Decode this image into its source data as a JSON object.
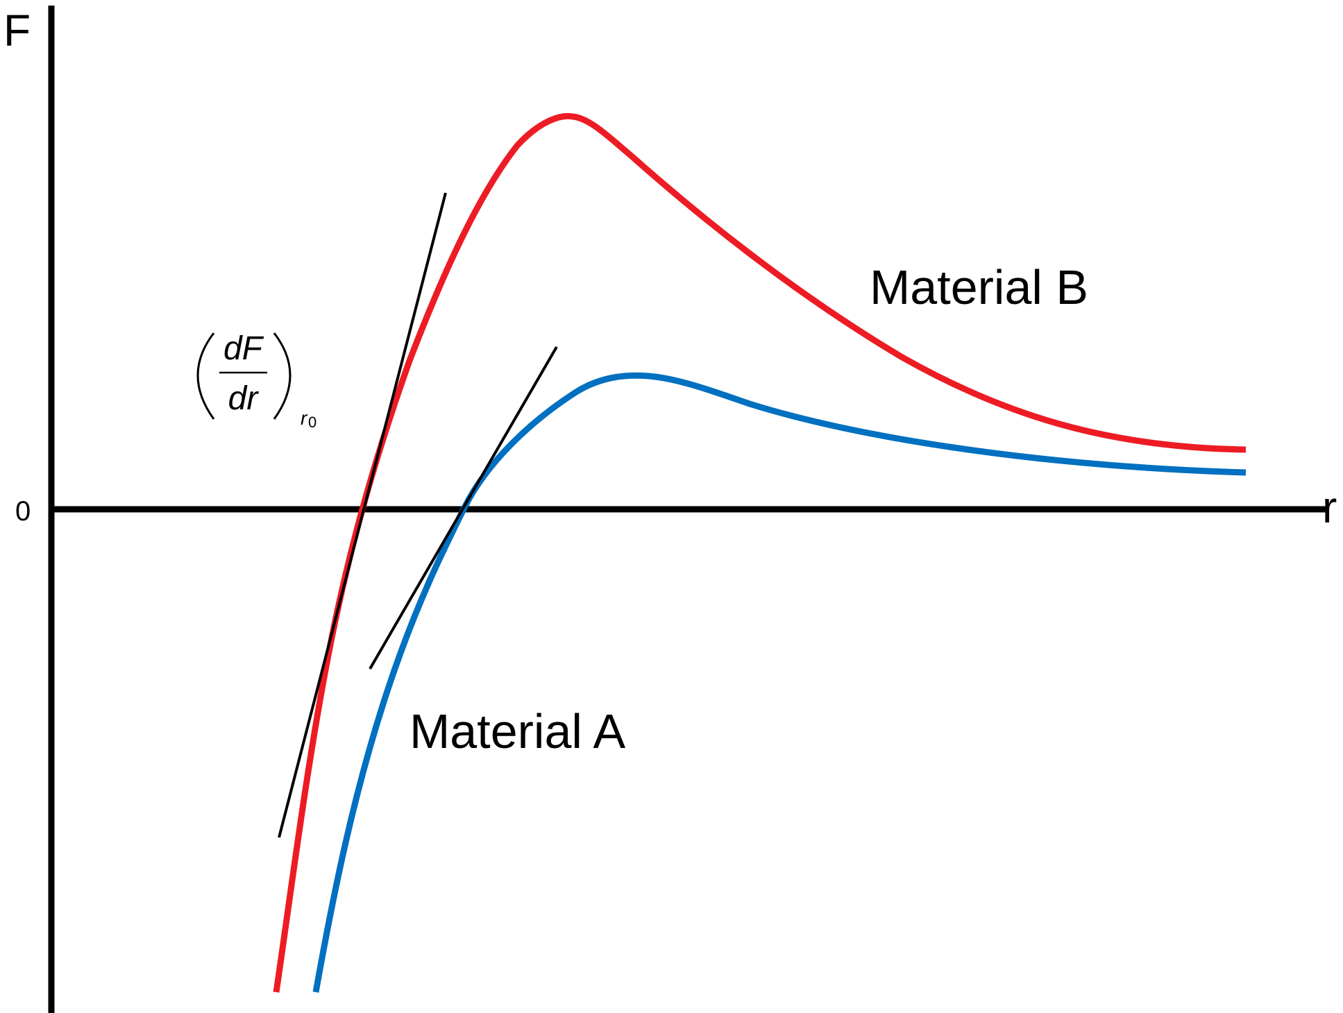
{
  "axes": {
    "y_label": "F",
    "x_label": "r",
    "origin_label": "0"
  },
  "curves": {
    "material_a": {
      "label": "Material A",
      "color": "#0070c0"
    },
    "material_b": {
      "label": "Material B",
      "color": "#ed1c24"
    }
  },
  "annotation": {
    "numerator": "dF",
    "denominator": "dr",
    "subscript_var": "r",
    "subscript_index": "0"
  },
  "colors": {
    "axis": "#000000",
    "tangent": "#000000"
  }
}
